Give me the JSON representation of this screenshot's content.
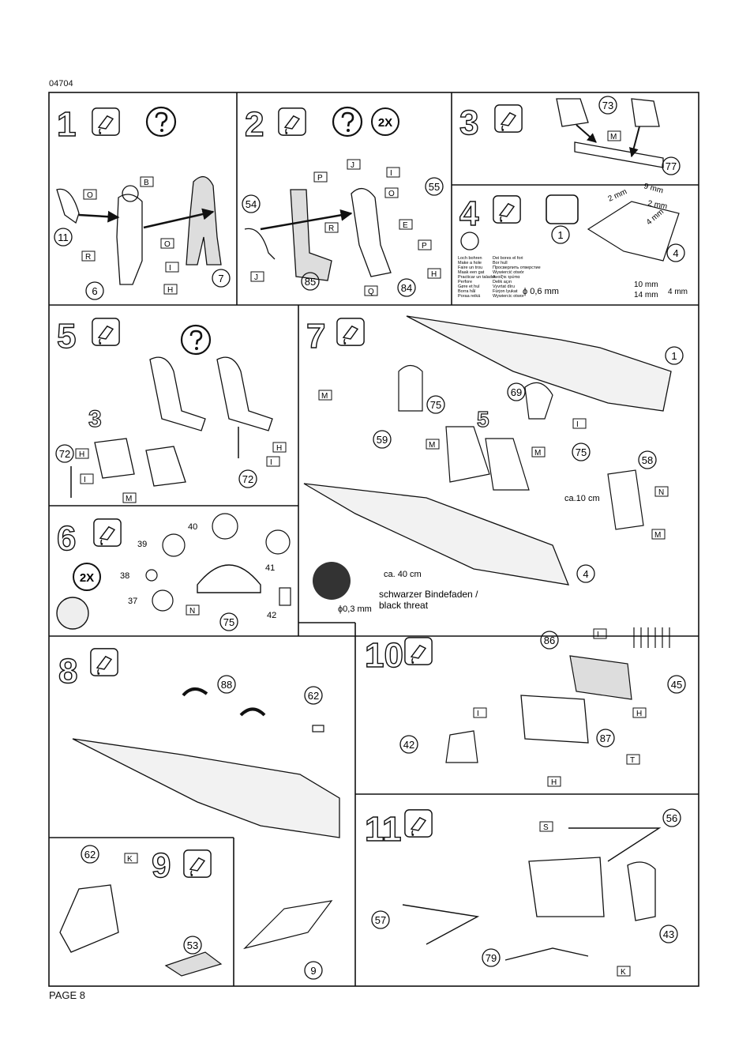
{
  "page": {
    "code": "04704",
    "footer": "PAGE 8"
  },
  "steps": [
    {
      "num": "1",
      "parts": [
        "11",
        "6",
        "7"
      ],
      "letters": [
        "O",
        "B",
        "R",
        "O",
        "I",
        "H"
      ]
    },
    {
      "num": "2",
      "multiplier": "2X",
      "parts": [
        "54",
        "85",
        "84",
        "55"
      ],
      "letters": [
        "P",
        "J",
        "I",
        "O",
        "R",
        "E",
        "P",
        "H",
        "Q",
        "J"
      ]
    },
    {
      "num": "3",
      "parts": [
        "73",
        "77"
      ],
      "letters": [
        "M"
      ]
    },
    {
      "num": "4",
      "parts": [
        "1",
        "4"
      ],
      "dims": [
        "2 mm",
        "9 mm",
        "2 mm",
        "4 mm",
        "10 mm",
        "14 mm",
        "4 mm"
      ],
      "drill": "ϕ 0,6 mm",
      "lang_left": [
        "Loch bohren",
        "Make a hole",
        "Faire un trou",
        "Maak een gat",
        "Practicar un taladro",
        "Perfore",
        "Gøre et hul",
        "Borra hål",
        "Poraa reikä"
      ],
      "lang_right": [
        "Dei bores el fori",
        "Bor hull",
        "Просверлить отверстие",
        "Wywiercić otwór",
        "Ανοίξτε τρύπα",
        "Delik açın",
        "Vyvrtat díru",
        "Fúrjon lyukat",
        "Wywiercic otwor"
      ]
    },
    {
      "num": "5",
      "parts": [
        "72",
        "72"
      ],
      "sub": "3",
      "letters": [
        "H",
        "I",
        "H",
        "I",
        "M"
      ]
    },
    {
      "num": "6",
      "multiplier": "2X",
      "parts": [
        "40",
        "39",
        "41",
        "38",
        "37",
        "42",
        "75"
      ],
      "letters": [
        "N"
      ]
    },
    {
      "num": "7",
      "parts": [
        "1",
        "69",
        "75",
        "59",
        "75",
        "58",
        "4"
      ],
      "sub": "5",
      "letters": [
        "M",
        "M",
        "M",
        "I",
        "N",
        "M"
      ],
      "notes": [
        "ca.10 cm",
        "ca. 40 cm",
        "schwarzer Bindefaden /",
        "black threat",
        "ϕ0,3 mm"
      ]
    },
    {
      "num": "8",
      "parts": [
        "88",
        "62",
        "9"
      ]
    },
    {
      "num": "9",
      "parts": [
        "62",
        "53"
      ],
      "letters": [
        "K"
      ]
    },
    {
      "num": "10",
      "parts": [
        "86",
        "45",
        "87",
        "42"
      ],
      "letters": [
        "I",
        "I",
        "H",
        "T",
        "H"
      ]
    },
    {
      "num": "11",
      "parts": [
        "56",
        "57",
        "43",
        "79"
      ],
      "letters": [
        "S",
        "K"
      ]
    }
  ]
}
